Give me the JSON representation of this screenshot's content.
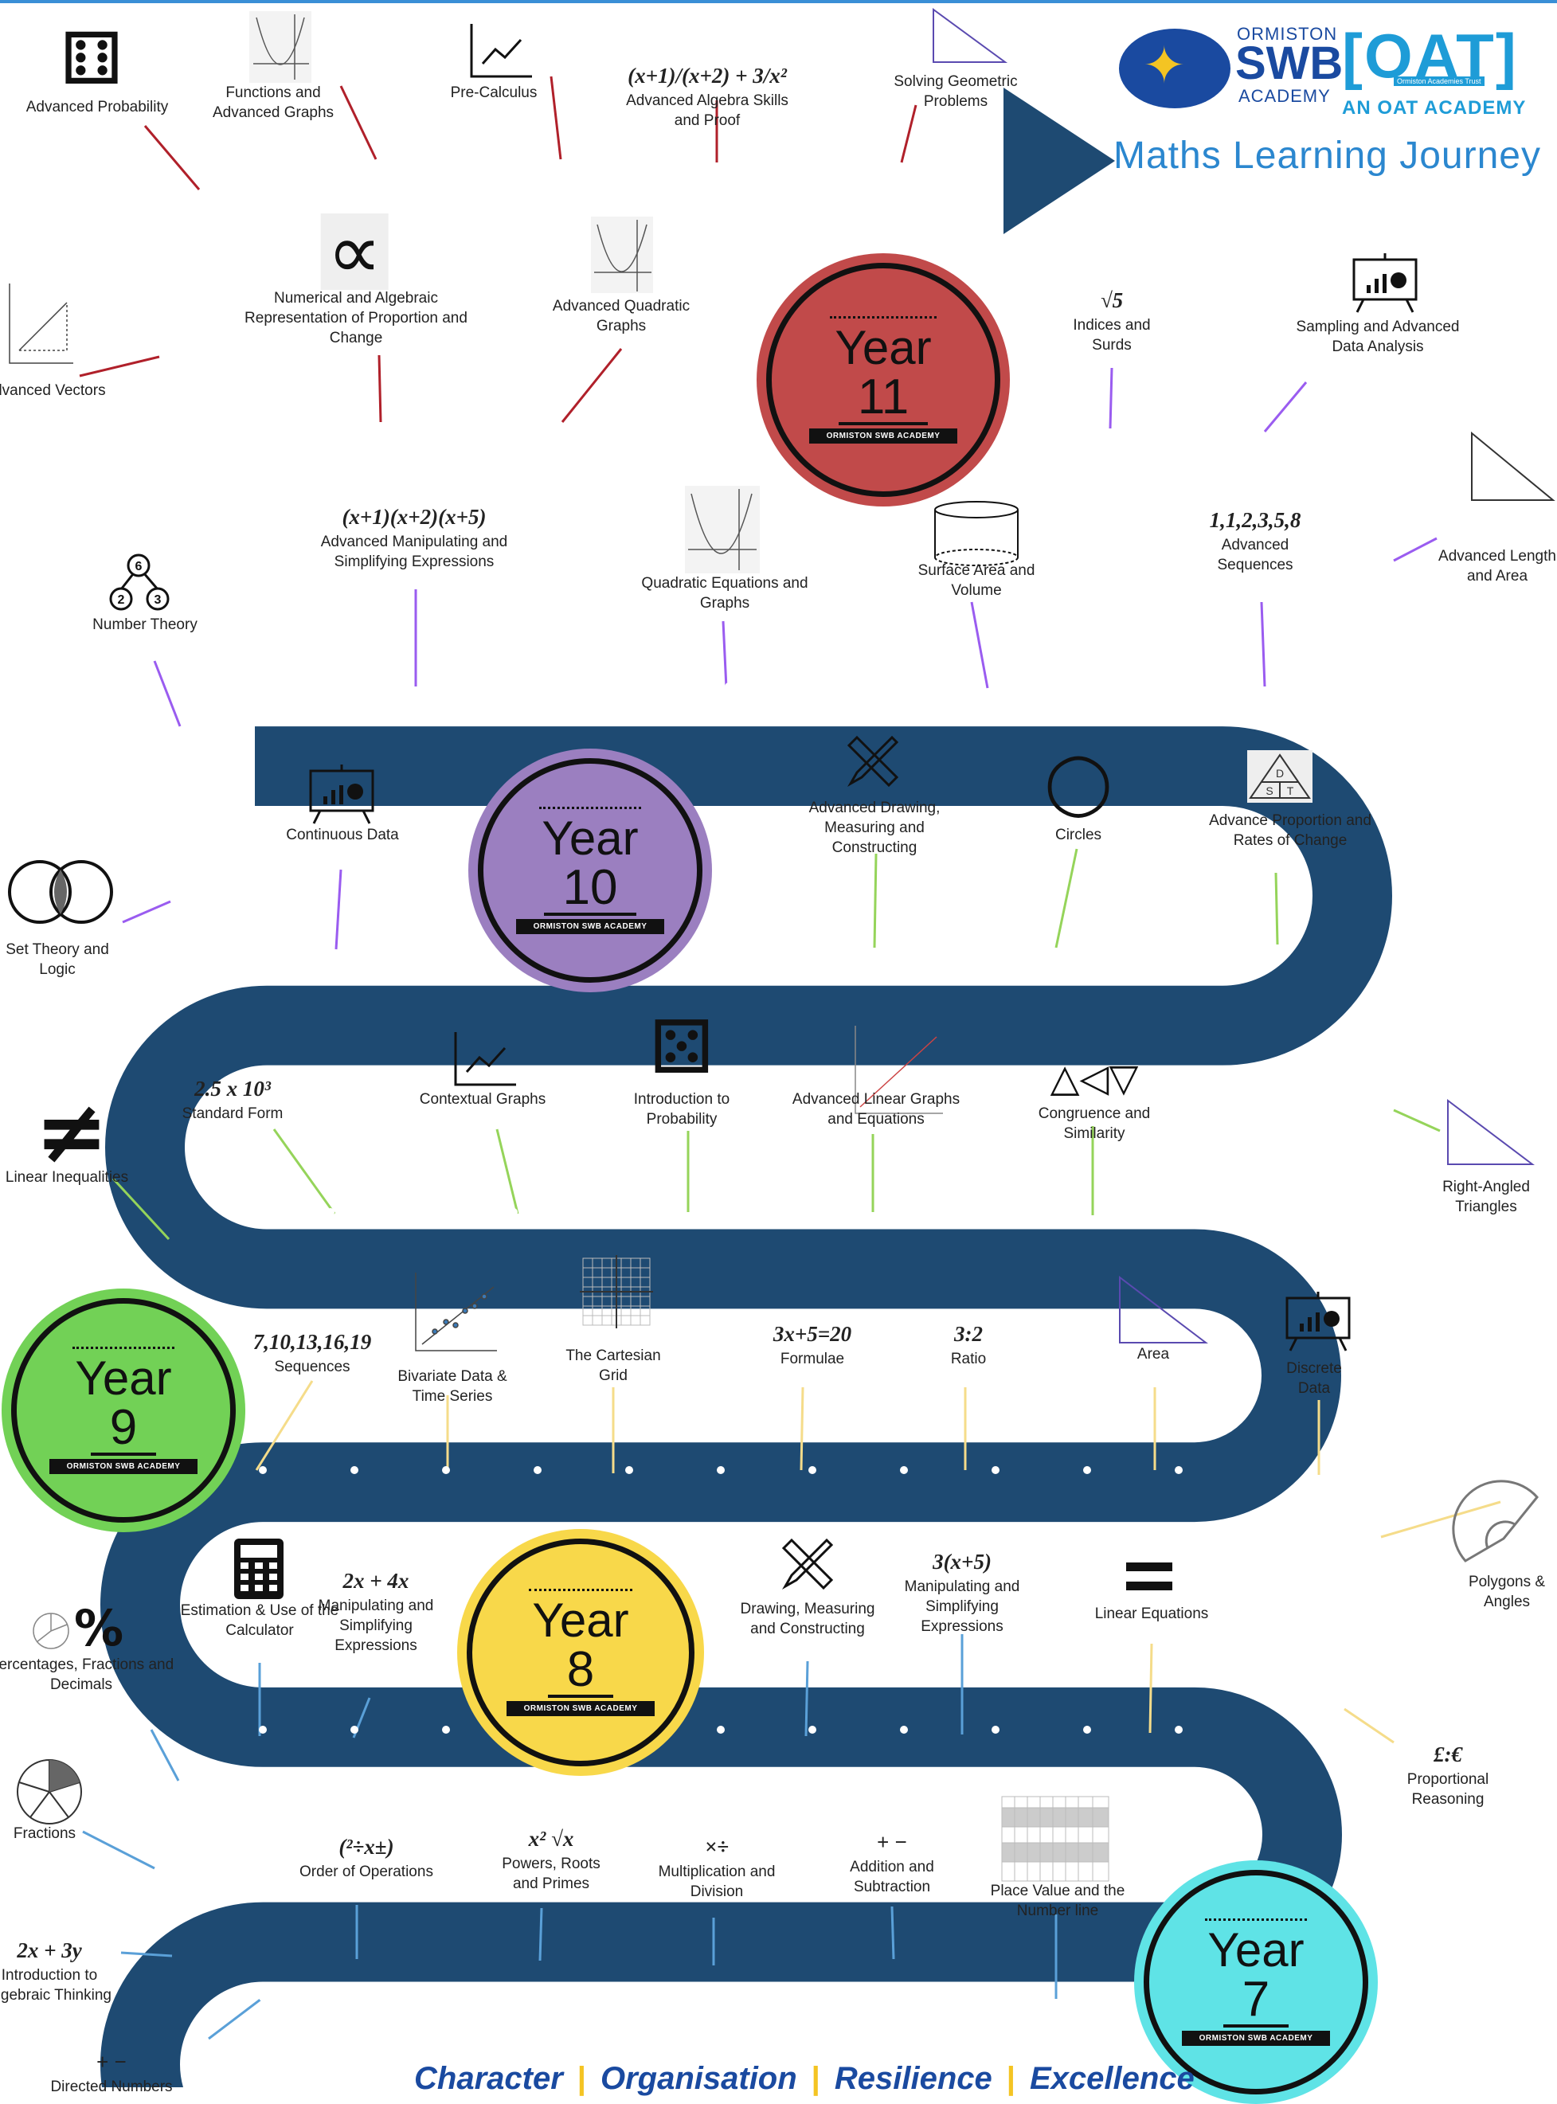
{
  "header": {
    "school_top": "ORMISTON",
    "school_mid": "SWB",
    "school_bottom": "ACADEMY",
    "trust_mark": "[OAT]",
    "trust_small": "Ormiston Academies Trust",
    "trust_caption": "AN OAT ACADEMY",
    "title": "Maths Learning Journey"
  },
  "years": [
    {
      "label": "Year",
      "number": "11",
      "ribbon": "ORMISTON SWB ACADEMY",
      "color": "#c14a4a"
    },
    {
      "label": "Year",
      "number": "10",
      "ribbon": "ORMISTON SWB ACADEMY",
      "color": "#9b7fc0"
    },
    {
      "label": "Year",
      "number": "9",
      "ribbon": "ORMISTON SWB ACADEMY",
      "color": "#72d156"
    },
    {
      "label": "Year",
      "number": "8",
      "ribbon": "ORMISTON SWB ACADEMY",
      "color": "#f8d84a"
    },
    {
      "label": "Year",
      "number": "7",
      "ribbon": "ORMISTON SWB ACADEMY",
      "color": "#5fe3e6"
    }
  ],
  "colors": {
    "road": "#1e4a72",
    "year11_line": "#b0202a",
    "year10_line": "#9a5cf0",
    "year9_line": "#95d45a",
    "year8_line": "#f5dc8a",
    "year7_line": "#5aa0d8"
  },
  "topics": [
    {
      "name": "Advanced Probability",
      "formula": "",
      "icon": "dice-icon",
      "glyph": "⚅"
    },
    {
      "name": "Functions and Advanced Graphs",
      "formula": "",
      "icon": "parabola-graph-icon",
      "glyph": ""
    },
    {
      "name": "Pre-Calculus",
      "formula": "",
      "icon": "trend-chart-icon",
      "glyph": "📈"
    },
    {
      "name": "Advanced Algebra Skills and Proof",
      "formula": "(x+1)/(x+2) + 3/x²",
      "icon": "",
      "glyph": ""
    },
    {
      "name": "Solving Geometric Problems",
      "formula": "",
      "icon": "triangle-icon",
      "glyph": "◺"
    },
    {
      "name": "Advanced Vectors",
      "formula": "",
      "icon": "vector-graph-icon",
      "glyph": ""
    },
    {
      "name": "Numerical and Algebraic Representation of Proportion and Change",
      "formula": "",
      "icon": "proportional-icon",
      "glyph": "∝"
    },
    {
      "name": "Advanced Quadratic Graphs",
      "formula": "",
      "icon": "parabola-graph-icon",
      "glyph": ""
    },
    {
      "name": "Indices and Surds",
      "formula": "√5",
      "icon": "",
      "glyph": ""
    },
    {
      "name": "Sampling and Advanced Data Analysis",
      "formula": "",
      "icon": "presentation-chart-icon",
      "glyph": ""
    },
    {
      "name": "Number Theory",
      "formula": "",
      "icon": "factor-tree-icon",
      "glyph": ""
    },
    {
      "name": "Advanced Manipulating and Simplifying Expressions",
      "formula": "(x+1)(x+2)(x+5)",
      "icon": "",
      "glyph": ""
    },
    {
      "name": "Quadratic Equations and Graphs",
      "formula": "",
      "icon": "parabola-graph-icon",
      "glyph": ""
    },
    {
      "name": "Surface Area and Volume",
      "formula": "",
      "icon": "cylinder-icon",
      "glyph": ""
    },
    {
      "name": "Advanced Sequences",
      "formula": "1,1,2,3,5,8",
      "icon": "",
      "glyph": ""
    },
    {
      "name": "Advanced Length and Area",
      "formula": "",
      "icon": "triangle-icon",
      "glyph": "◺"
    },
    {
      "name": "Set Theory and Logic",
      "formula": "",
      "icon": "venn-diagram-icon",
      "glyph": ""
    },
    {
      "name": "Continuous Data",
      "formula": "",
      "icon": "presentation-chart-icon",
      "glyph": ""
    },
    {
      "name": "Advanced Drawing, Measuring and Constructing",
      "formula": "",
      "icon": "pencil-ruler-icon",
      "glyph": "✎"
    },
    {
      "name": "Circles",
      "formula": "",
      "icon": "circle-icon",
      "glyph": "◯"
    },
    {
      "name": "Advance Proportion and Rates of Change",
      "formula": "",
      "icon": "dst-triangle-icon",
      "glyph": ""
    },
    {
      "name": "Right-Angled Triangles",
      "formula": "",
      "icon": "triangle-icon",
      "glyph": "◺"
    },
    {
      "name": "Linear Inequalities",
      "formula": "",
      "icon": "not-equal-icon",
      "glyph": "≠"
    },
    {
      "name": "Standard Form",
      "formula": "2.5 x 10³",
      "icon": "",
      "glyph": ""
    },
    {
      "name": "Contextual Graphs",
      "formula": "",
      "icon": "trend-chart-icon",
      "glyph": ""
    },
    {
      "name": "Introduction to Probability",
      "formula": "",
      "icon": "dice-icon",
      "glyph": "⚄"
    },
    {
      "name": "Advanced Linear Graphs and Equations",
      "formula": "",
      "icon": "line-graph-icon",
      "glyph": ""
    },
    {
      "name": "Congruence and Similarity",
      "formula": "",
      "icon": "triangles-icon",
      "glyph": "△◁▽"
    },
    {
      "name": "Sequences",
      "formula": "7,10,13,16,19",
      "icon": "",
      "glyph": ""
    },
    {
      "name": "Bivariate Data & Time Series",
      "formula": "",
      "icon": "scatter-plot-icon",
      "glyph": ""
    },
    {
      "name": "The Cartesian Grid",
      "formula": "",
      "icon": "grid-icon",
      "glyph": ""
    },
    {
      "name": "Formulae",
      "formula": "3x+5=20",
      "icon": "",
      "glyph": ""
    },
    {
      "name": "Ratio",
      "formula": "3:2",
      "icon": "",
      "glyph": ""
    },
    {
      "name": "Area",
      "formula": "",
      "icon": "triangle-icon",
      "glyph": "◺"
    },
    {
      "name": "Discrete Data",
      "formula": "",
      "icon": "presentation-chart-icon",
      "glyph": ""
    },
    {
      "name": "Polygons & Angles",
      "formula": "",
      "icon": "protractor-icon",
      "glyph": ""
    },
    {
      "name": "Percentages, Fractions and Decimals",
      "formula": "",
      "icon": "percent-icon",
      "glyph": "%"
    },
    {
      "name": "Estimation & Use of the Calculator",
      "formula": "",
      "icon": "calculator-icon",
      "glyph": ""
    },
    {
      "name": "Manipulating and Simplifying Expressions",
      "formula": "2x + 4x",
      "icon": "",
      "glyph": ""
    },
    {
      "name": "Drawing, Measuring and Constructing",
      "formula": "",
      "icon": "pencil-ruler-icon",
      "glyph": "✎"
    },
    {
      "name": "Manipulating and Simplifying Expressions",
      "formula": "3(x+5)",
      "icon": "",
      "glyph": ""
    },
    {
      "name": "Linear Equations",
      "formula": "",
      "icon": "equals-icon",
      "glyph": "="
    },
    {
      "name": "Proportional Reasoning",
      "formula": "£:€",
      "icon": "",
      "glyph": ""
    },
    {
      "name": "Fractions",
      "formula": "",
      "icon": "fraction-pie-icon",
      "glyph": ""
    },
    {
      "name": "Order of Operations",
      "formula": "(²÷x±)",
      "icon": "",
      "glyph": ""
    },
    {
      "name": "Powers, Roots and Primes",
      "formula": "x²  √x",
      "icon": "",
      "glyph": ""
    },
    {
      "name": "Multiplication and Division",
      "formula": "×÷",
      "icon": "",
      "glyph": ""
    },
    {
      "name": "Addition and Subtraction",
      "formula": "+ −",
      "icon": "",
      "glyph": ""
    },
    {
      "name": "Place Value and the Number line",
      "formula": "",
      "icon": "place-value-table-icon",
      "glyph": ""
    },
    {
      "name": "Introduction to Algebraic Thinking",
      "formula": "2x + 3y",
      "icon": "",
      "glyph": ""
    },
    {
      "name": "Directed Numbers",
      "formula": "+ −",
      "icon": "",
      "glyph": ""
    }
  ],
  "footer": {
    "values": [
      "Character",
      "Organisation",
      "Resilience",
      "Excellence"
    ]
  }
}
